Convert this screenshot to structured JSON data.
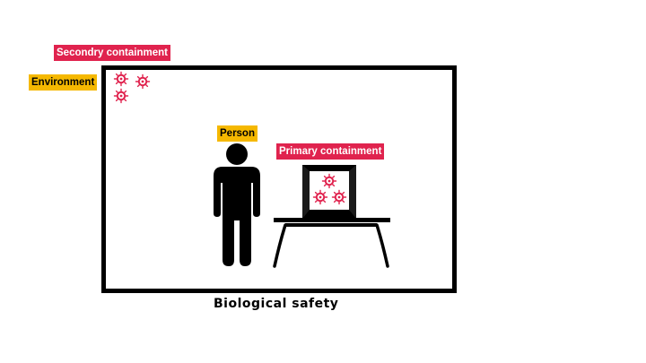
{
  "diagram": {
    "labels": {
      "secondary_containment": "Secondry containment",
      "environment": "Environment",
      "person": "Person",
      "primary_containment": "Primary containment"
    },
    "caption": "Biological safety",
    "colors": {
      "red_label": "#e0234e",
      "yellow_label": "#f5b800",
      "outline": "#000000",
      "biohazard": "#e0234e"
    },
    "icons": {
      "environment_agents": "virus-icon",
      "cabinet_agents": "virus-icon",
      "person": "person-icon",
      "cabinet": "biosafety-cabinet-icon",
      "bench": "lab-bench-icon"
    }
  }
}
